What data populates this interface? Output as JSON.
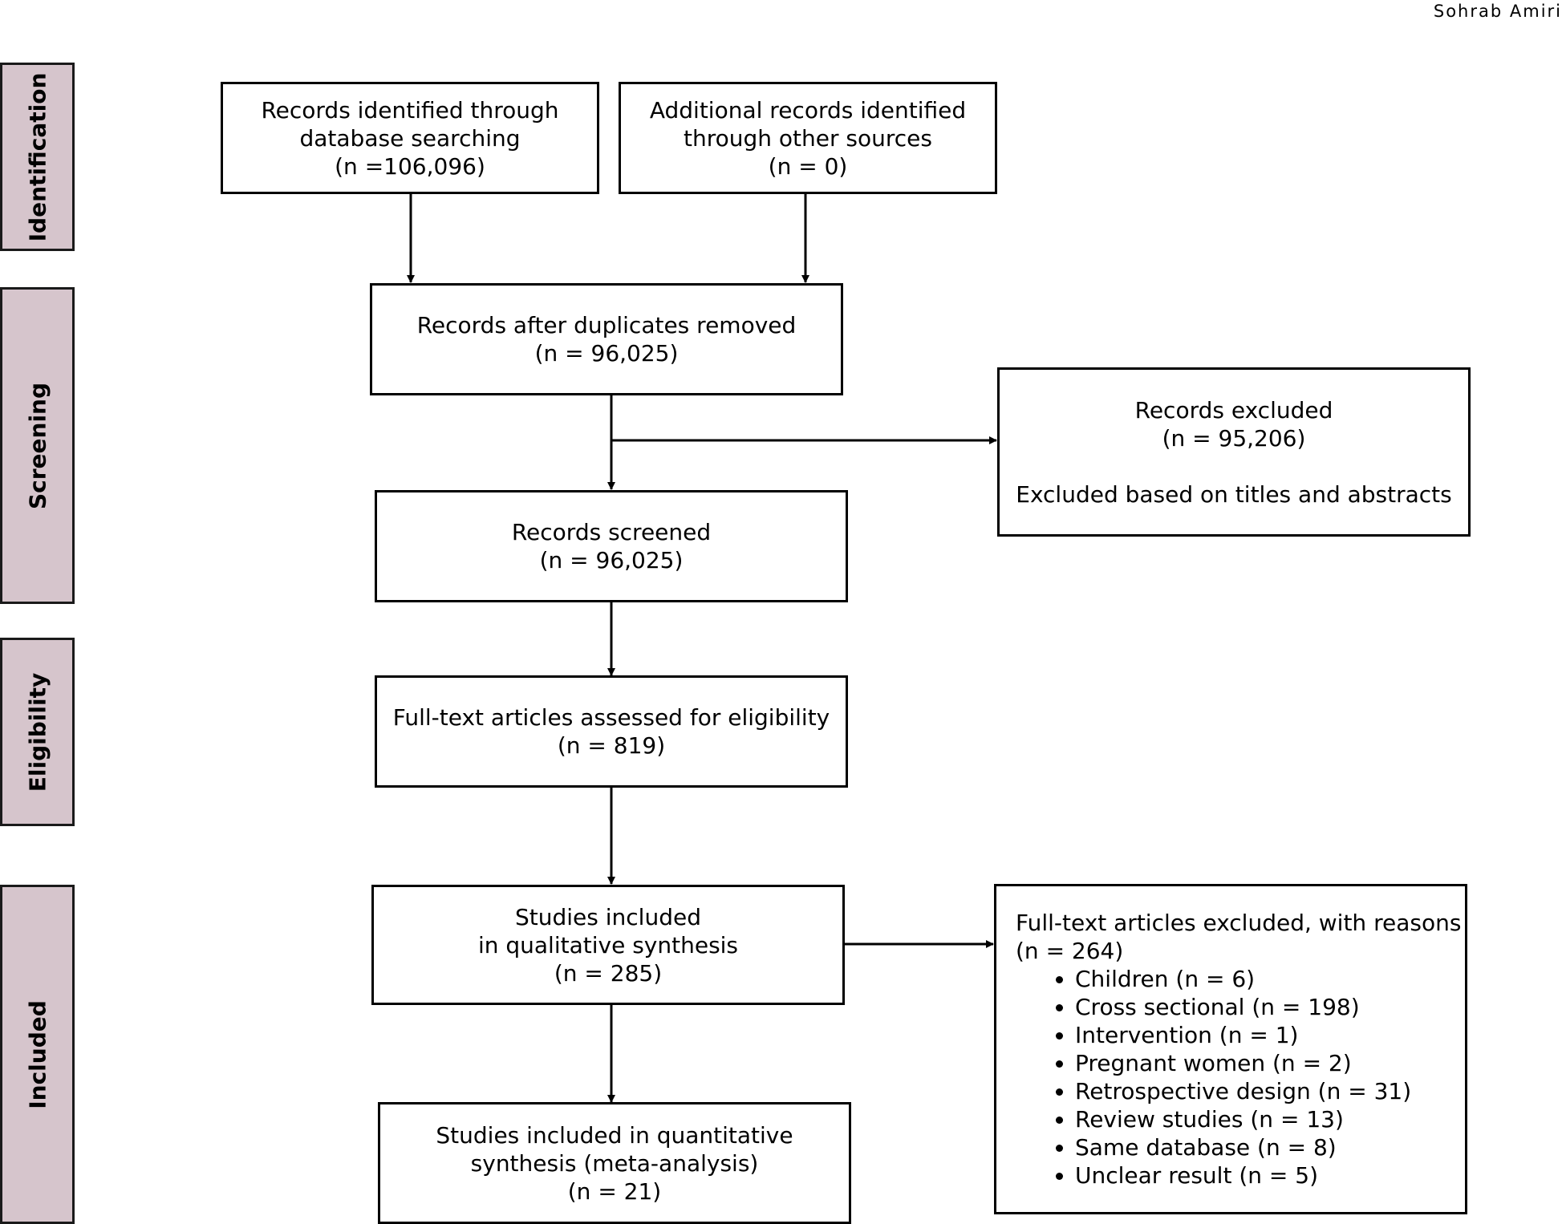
{
  "author": "Sohrab Amiri",
  "phases": {
    "identification": "Identification",
    "screening": "Screening",
    "eligibility": "Eligibility",
    "included": "Included"
  },
  "boxes": {
    "database_records": {
      "line1": "Records identified through",
      "line2": "database searching",
      "count": "(n =106,096)"
    },
    "other_records": {
      "line1": "Additional records identified",
      "line2": "through other sources",
      "count": "(n = 0)"
    },
    "after_duplicates": {
      "line1": "Records after duplicates removed",
      "count": "(n = 96,025)"
    },
    "records_excluded": {
      "line1": "Records excluded",
      "count": "(n = 95,206)",
      "note": "Excluded based on titles and abstracts"
    },
    "records_screened": {
      "line1": "Records screened",
      "count": "(n = 96,025)"
    },
    "full_text_assessed": {
      "line1": "Full-text articles assessed for eligibility",
      "count": "(n = 819)"
    },
    "qualitative": {
      "line1": "Studies included",
      "line2": "in qualitative synthesis",
      "count": "(n = 285)"
    },
    "quantitative": {
      "line1": "Studies included in quantitative",
      "line2": "synthesis (meta-analysis)",
      "count": "(n = 21)"
    },
    "full_text_excluded": {
      "title": "Full-text articles excluded, with reasons",
      "count": "(n = 264)",
      "reasons": [
        "Children (n = 6)",
        "Cross sectional (n = 198)",
        "Intervention (n = 1)",
        "Pregnant women (n = 2)",
        "Retrospective design (n = 31)",
        "Review studies (n = 13)",
        "Same database (n = 8)",
        "Unclear result (n = 5)"
      ]
    }
  }
}
